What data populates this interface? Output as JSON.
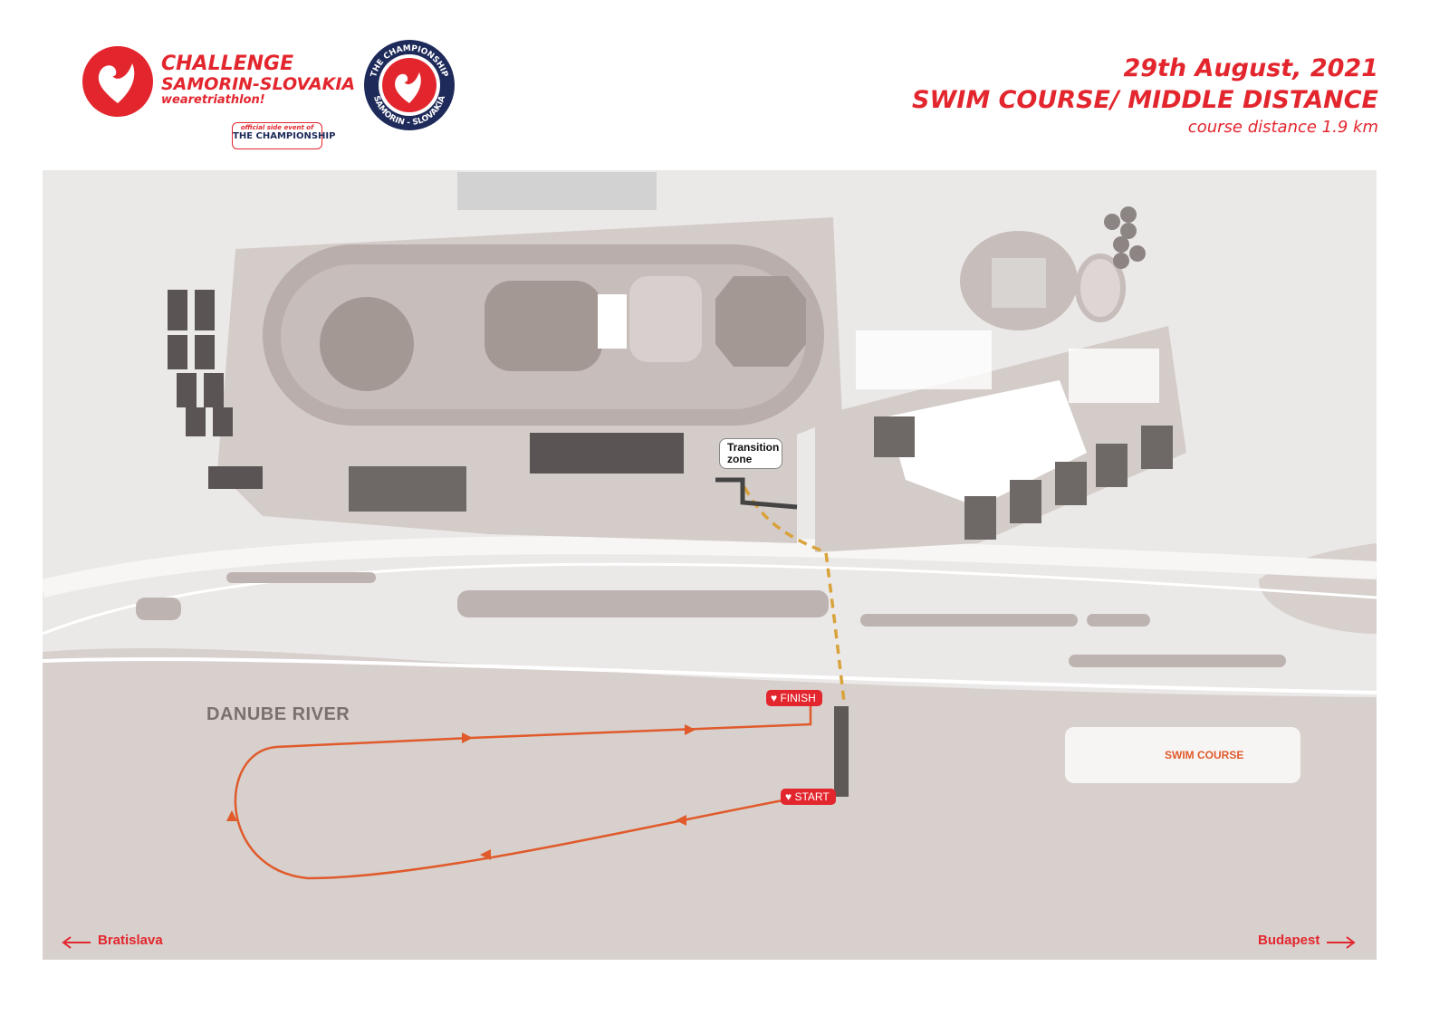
{
  "header": {
    "date": "29th August, 2021",
    "title": "SWIM COURSE/ MIDDLE DISTANCE",
    "distance": "course distance 1.9 km"
  },
  "logos": {
    "challenge": {
      "line1": "CHALLENGE",
      "line2": "SAMORIN-SLOVAKIA",
      "tagline": "wearetriathlon!",
      "side_event": "official side event of",
      "side_name": "THE CHAMPIONSHIP"
    },
    "championship_badge": {
      "top": "THE CHAMPIONSHIP",
      "bottom": "SAMORIN - SLOVAKIA"
    }
  },
  "map": {
    "river_label": "DANUBE RIVER",
    "transition_label": "Transition zone",
    "finish_label": "FINISH",
    "start_label": "START",
    "legend_label": "SWIM COURSE",
    "west_direction": "Bratislava",
    "east_direction": "Budapest"
  },
  "colors": {
    "brand_red": "#e3262e",
    "swim_course": "#e05a2b",
    "transition_path": "#d9a23a",
    "water": "#d8d0cd",
    "land": "#ebe9e8"
  }
}
